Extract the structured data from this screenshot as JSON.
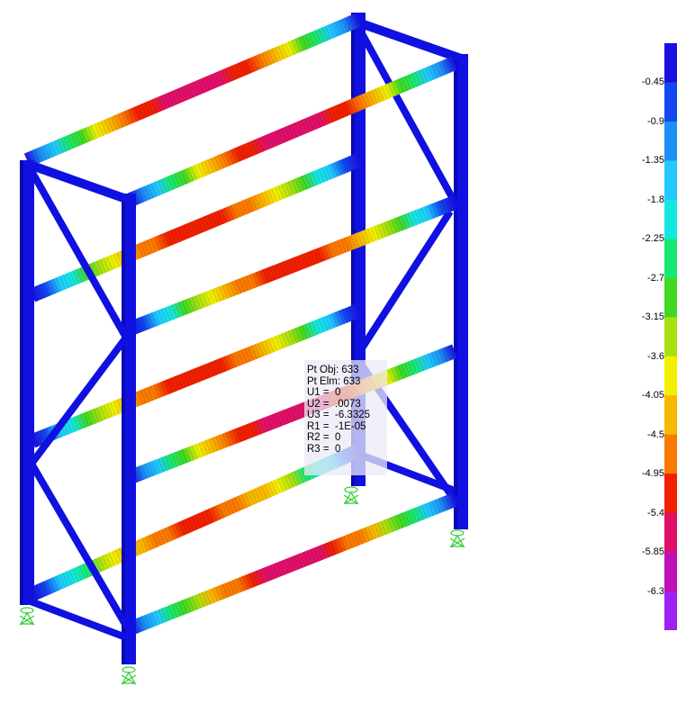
{
  "legend": {
    "ticks": [
      "-0.45",
      "-0.9",
      "-1.35",
      "-1.8",
      "-2.25",
      "-2.7",
      "-3.15",
      "-3.6",
      "-4.05",
      "-4.5",
      "-4.95",
      "-5.4",
      "-5.85",
      "-6.3"
    ],
    "value_range": [
      0.0,
      -6.75
    ],
    "colors": [
      "#1a0fe0",
      "#1248f0",
      "#1d8ff5",
      "#22c8ff",
      "#12e8e0",
      "#18e870",
      "#40d820",
      "#a8e010",
      "#f0f000",
      "#f8b800",
      "#fa7a00",
      "#f02000",
      "#e0106a",
      "#c010b8",
      "#a020f0"
    ]
  },
  "tooltip": {
    "lines": [
      "Pt Obj: 633",
      "Pt Elm: 633",
      "U1 =  0",
      "U2 =  .0073",
      "U3 =  -6.3325",
      "R1 =  -1E-05",
      "R2 =  0",
      "R3 =  0"
    ]
  },
  "structure_colors": {
    "frame": "#1010e0",
    "support": "#33cc33"
  }
}
